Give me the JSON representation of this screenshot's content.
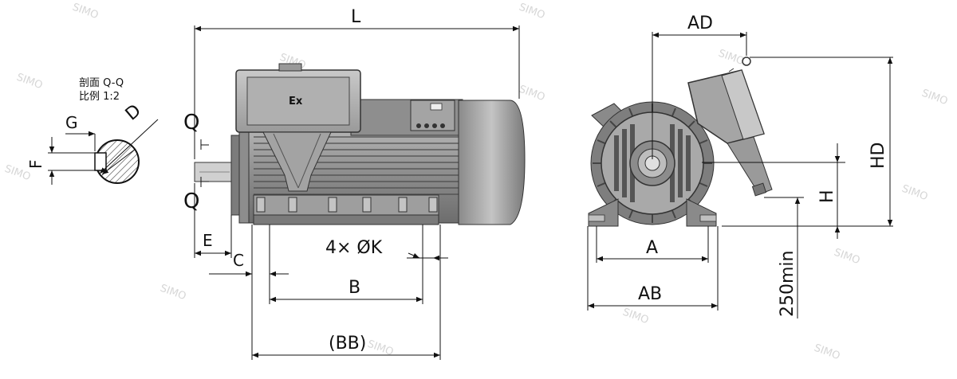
{
  "section": {
    "line1": "剖面 Q-Q",
    "line2": "比例 1:2"
  },
  "labels": {
    "L": "L",
    "AD": "AD",
    "HD": "HD",
    "H": "H",
    "A": "A",
    "AB": "AB",
    "min250": "250min",
    "B": "B",
    "BB": "(BB)",
    "K": "4× ØK",
    "C": "C",
    "E": "E",
    "G": "G",
    "D": "D",
    "F": "F",
    "Q": "Q"
  },
  "nameplate": {
    "ex": "Ex"
  },
  "watermark": "SIMO",
  "colors": {
    "body": "#9d9d9d",
    "dark": "#5a5a5a",
    "shade": "#7f7f7f",
    "light": "#cfcfcf",
    "line": "#111111"
  }
}
